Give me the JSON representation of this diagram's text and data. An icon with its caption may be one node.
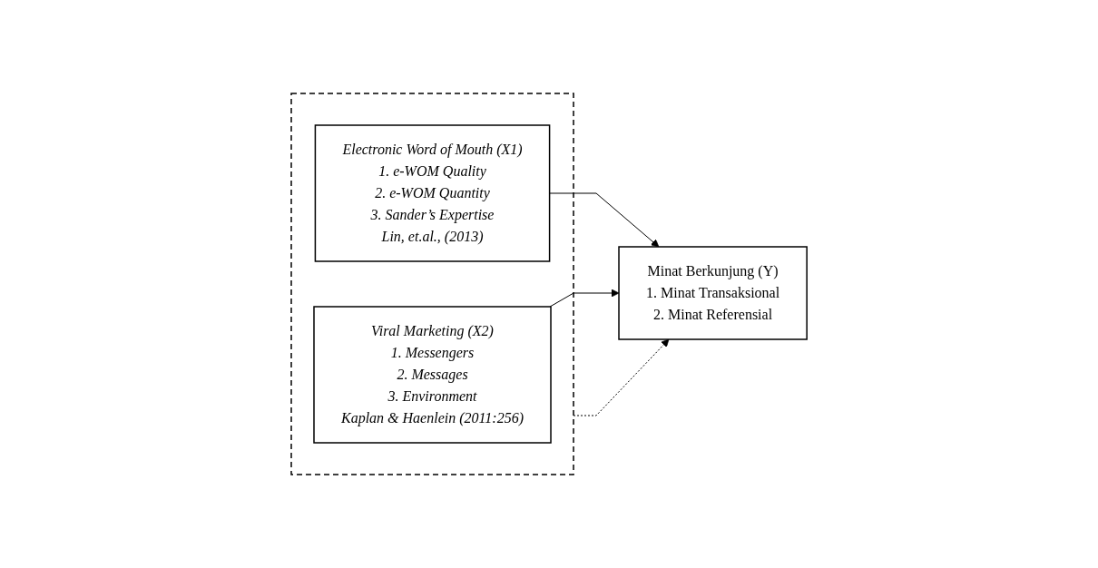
{
  "diagram": {
    "nodes": [
      {
        "text": [],
        "shape": "box"
      },
      {
        "text": [
          "Electronic Word of Mouth (X1)",
          "1. e-WOM Quality",
          "2. e-WOM Quantity",
          "3. Sander’s Expertise",
          "Lin, et.al., (2013)"
        ],
        "in": 0
      },
      {
        "text": [
          "Viral Marketing (X2)",
          "1. Messengers",
          "2. Messages",
          "3. Environment",
          "Kaplan & Haenlein (2011:256)"
        ],
        "in": 0
      },
      {
        "text": [
          "Minat Berkunjung (Y)",
          "1. Minat Transaksional",
          "2. Minat Referensial"
        ]
      }
    ],
    "edges": [
      {
        "from": 1,
        "to": 3,
        "arrow": "to"
      },
      {
        "from": 0,
        "to": 3,
        "arrow": "to",
        "style": "dashed"
      },
      {
        "from": 2,
        "to": 3,
        "arrow": "to"
      }
    ]
  }
}
